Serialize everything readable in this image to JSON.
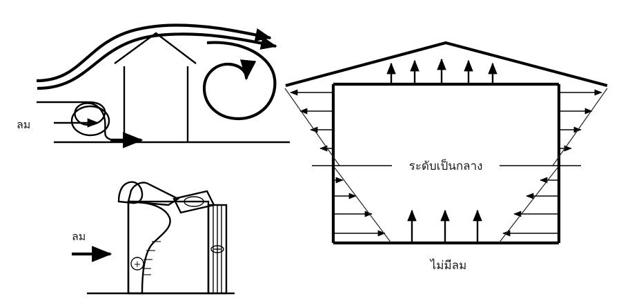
{
  "figure": {
    "title_present": false,
    "background_color": "#ffffff",
    "ink_color": "#000000",
    "panels": [
      {
        "id": "panel-airflow-around-building",
        "position": "top-left",
        "description": "Wind streamlines deflected over a gabled house, with an upwind ground eddy and a large leeward recirculation vortex",
        "labels": [
          {
            "name": "wind-label",
            "text": "ลม"
          }
        ]
      },
      {
        "id": "panel-pressure-distribution",
        "position": "bottom-left",
        "description": "Pressure distribution on a gabled building section: positive pressure on the windward wall, suction on roof and leeward wall",
        "labels": [
          {
            "name": "wind-label",
            "text": "ลม"
          }
        ],
        "pressure_markers": [
          {
            "name": "positive-pressure-marker",
            "symbol": "+",
            "zone": "windward-wall"
          },
          {
            "name": "negative-pressure-marker-roof",
            "symbol": "−",
            "zone": "leeward-roof"
          },
          {
            "name": "negative-pressure-marker-wall",
            "symbol": "−",
            "zone": "leeward-wall"
          }
        ]
      },
      {
        "id": "panel-stack-effect",
        "position": "right",
        "description": "Stack effect in a gabled building with no wind: air enters low, exits high, with a neutral pressure level across the middle",
        "labels": [
          {
            "name": "neutral-level-label",
            "text": "ระดับเป็นกลาง"
          },
          {
            "name": "no-wind-label",
            "text": "ไม่มีลม"
          }
        ],
        "roof_exhaust_arrow_count": 5,
        "upper_outflow_arrows_per_side": 4,
        "lower_inflow_arrows_per_side": 4,
        "floor_updraft_arrow_count": 3
      }
    ]
  },
  "labels": {
    "wind_top": "ลม",
    "wind_bottom": "ลม",
    "neutral_level": "ระดับเป็นกลาง",
    "no_wind": "ไม่มีลม",
    "plus_symbol": "+",
    "minus_symbol": "−"
  }
}
